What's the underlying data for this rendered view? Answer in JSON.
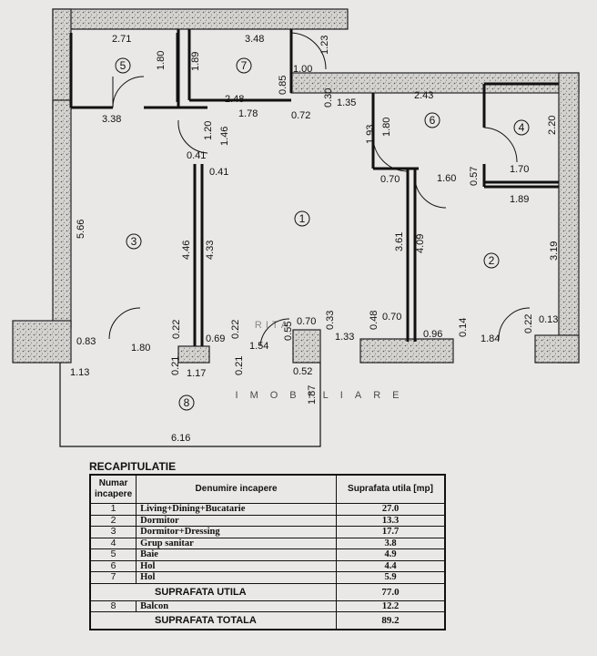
{
  "rooms": [
    {
      "num": "1"
    },
    {
      "num": "2"
    },
    {
      "num": "3"
    },
    {
      "num": "4"
    },
    {
      "num": "5"
    },
    {
      "num": "6"
    },
    {
      "num": "7"
    },
    {
      "num": "8"
    }
  ],
  "dimensions": [
    "2.71",
    "1.80",
    "1.89",
    "3.48",
    "1.23",
    "1.00",
    "0.85",
    "0.30",
    "2.48",
    "1.78",
    "0.72",
    "1.35",
    "2.43",
    "1.93",
    "1.80",
    "2.20",
    "1.70",
    "3.38",
    "1.20",
    "1.46",
    "0.41",
    "0.41",
    "0.70",
    "1.60",
    "0.57",
    "1.89",
    "5.66",
    "4.46",
    "4.33",
    "3.61",
    "4.09",
    "3.19",
    "0.83",
    "1.80",
    "0.22",
    "0.69",
    "0.22",
    "1.54",
    "0.55",
    "0.70",
    "0.33",
    "1.33",
    "0.48",
    "0.70",
    "0.96",
    "0.14",
    "1.84",
    "0.22",
    "0.13",
    "1.13",
    "0.21",
    "1.17",
    "0.21",
    "0.52",
    "1.87",
    "6.16"
  ],
  "watermark": {
    "main": "RITA",
    "sub": "IMOBILIARE"
  },
  "recap": {
    "title": "RECAPITULATIE",
    "headers": {
      "num": "Numar incapere",
      "name": "Denumire incapere",
      "area": "Suprafata utila [mp]"
    },
    "rows": [
      {
        "num": "1",
        "name": "Living+Dining+Bucatarie",
        "area": "27.0"
      },
      {
        "num": "2",
        "name": "Dormitor",
        "area": "13.3"
      },
      {
        "num": "3",
        "name": "Dormitor+Dressing",
        "area": "17.7"
      },
      {
        "num": "4",
        "name": "Grup sanitar",
        "area": "3.8"
      },
      {
        "num": "5",
        "name": "Baie",
        "area": "4.9"
      },
      {
        "num": "6",
        "name": "Hol",
        "area": "4.4"
      },
      {
        "num": "7",
        "name": "Hol",
        "area": "5.9"
      }
    ],
    "useful_label": "SUPRAFATA UTILA",
    "useful_value": "77.0",
    "balcony": {
      "num": "8",
      "name": "Balcon",
      "area": "12.2"
    },
    "total_label": "SUPRAFATA TOTALA",
    "total_value": "89.2"
  }
}
